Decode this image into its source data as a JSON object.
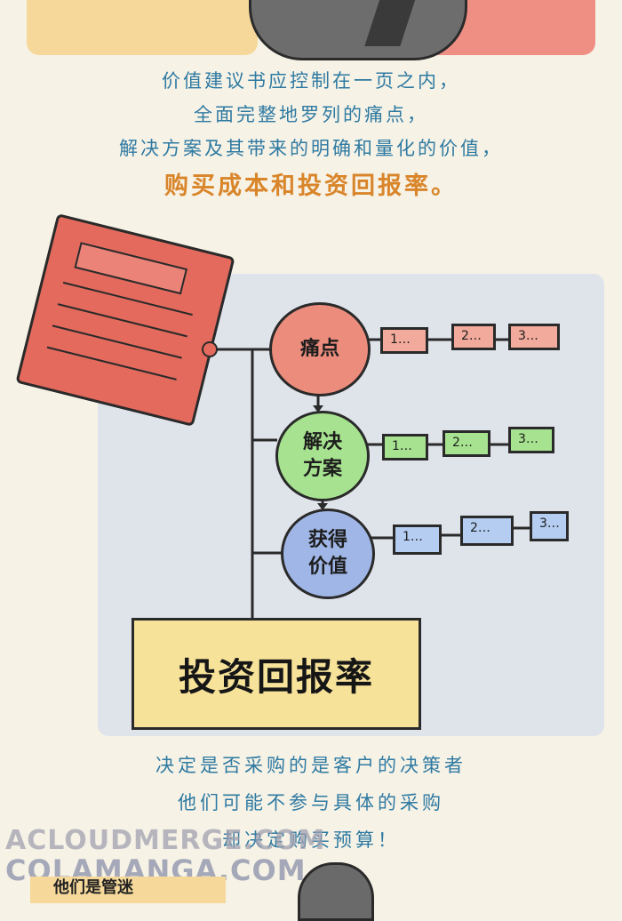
{
  "intro": {
    "lines": [
      "价值建议书应控制在一页之内，",
      "全面完整地罗列的痛点，",
      "解决方案及其带来的明确和量化的价值，"
    ],
    "highlight": "购买成本和投资回报率。"
  },
  "diagram": {
    "nodes": {
      "pain_points": "痛点",
      "solution_line1": "解决",
      "solution_line2": "方案",
      "value_line1": "获得",
      "value_line2": "价值"
    },
    "pain_boxes": [
      "1…",
      "2…",
      "3…"
    ],
    "solution_boxes": [
      "1…",
      "2…",
      "3…"
    ],
    "value_boxes": [
      "1…",
      "2…",
      "3…"
    ],
    "roi": "投资回报率"
  },
  "outro": {
    "lines": [
      "决定是否采购的是客户的决策者",
      "他们可能不参与具体的采购",
      "却决定购买预算！"
    ]
  },
  "watermarks": {
    "primary": "ACLOUDMERGE.COM",
    "secondary": "COLAMANGA.COM"
  },
  "bottom_label": "他们是管迷",
  "colors": {
    "text_blue": "#2f7aa2",
    "highlight_orange": "#d9852a",
    "pain_pink": "#ec8c7c",
    "solution_green": "#a6e28f",
    "value_blue": "#9fb6e6",
    "roi_yellow": "#f7e29a"
  }
}
